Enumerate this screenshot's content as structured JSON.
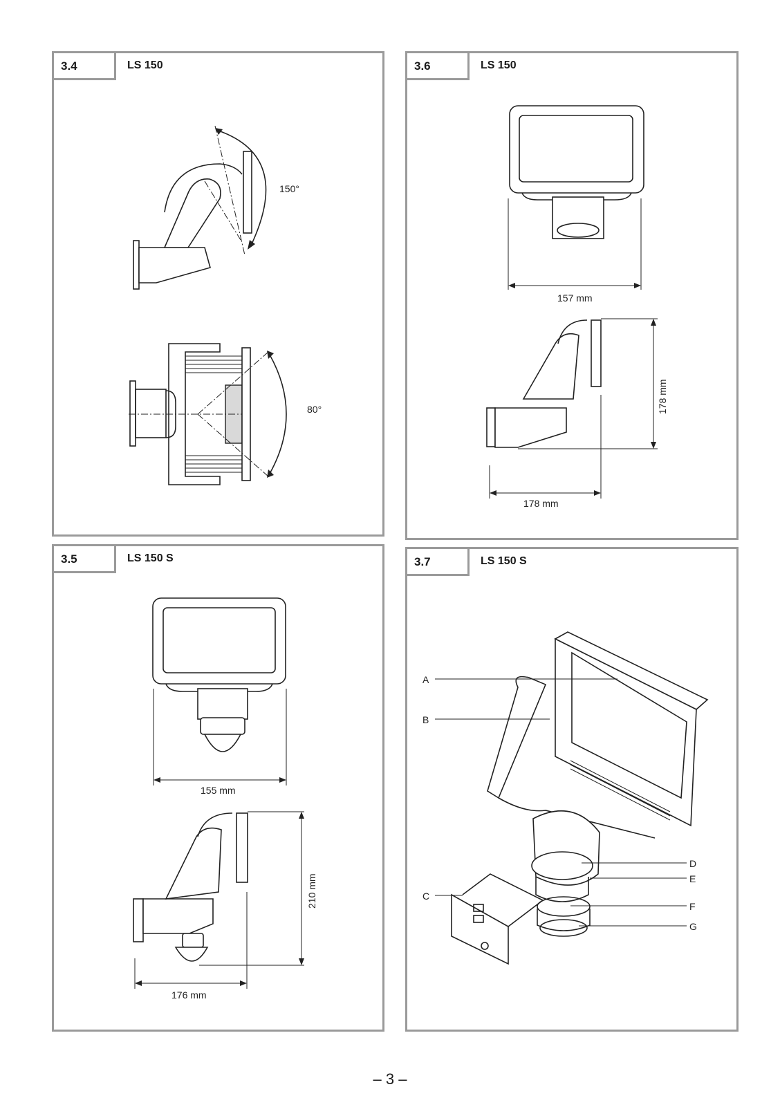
{
  "panels": [
    {
      "number": "3.4",
      "model": "LS 150",
      "angles": {
        "tilt": "150°",
        "swivel": "80°"
      }
    },
    {
      "number": "3.6",
      "model": "LS 150",
      "dimensions": {
        "width": "157 mm",
        "height": "178 mm",
        "depth": "178 mm"
      }
    },
    {
      "number": "3.5",
      "model": "LS 150 S",
      "dimensions": {
        "width": "155 mm",
        "height": "210 mm",
        "depth": "176 mm"
      }
    },
    {
      "number": "3.7",
      "model": "LS 150 S",
      "labels": [
        "A",
        "B",
        "C",
        "D",
        "E",
        "F",
        "G"
      ]
    }
  ],
  "page_number": "– 3 –"
}
